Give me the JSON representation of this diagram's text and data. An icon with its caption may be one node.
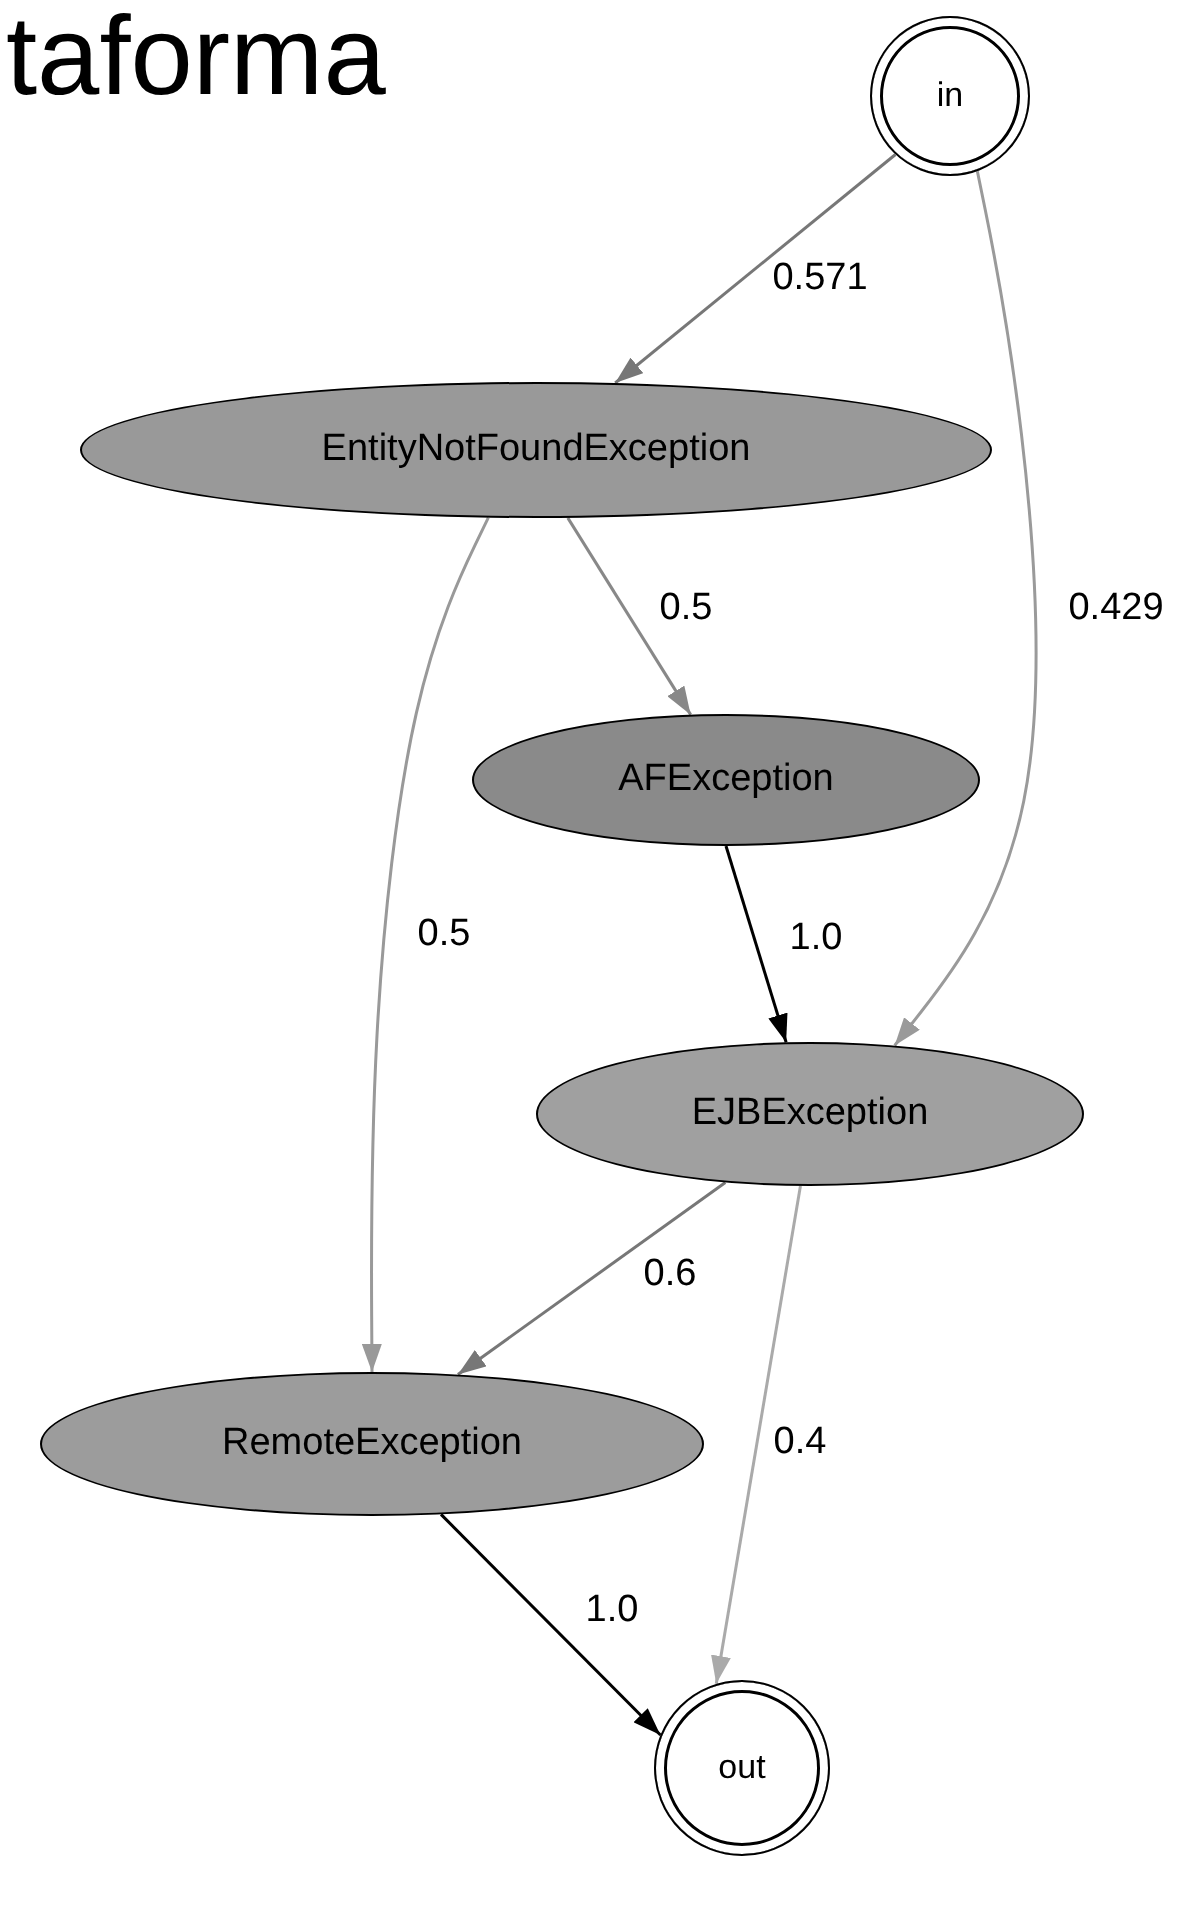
{
  "diagram": {
    "nodes": [
      {
        "text": [
          "in"
        ]
      },
      {
        "text": [
          "EntityNotFoundException"
        ]
      },
      {
        "text": [
          "AFException"
        ]
      },
      {
        "text": [
          "EJBException"
        ]
      },
      {
        "text": [
          "RemoteException"
        ]
      },
      {
        "text": [
          "out"
        ]
      }
    ],
    "edges": [
      {
        "from": 0,
        "to": 1,
        "arrow": "to",
        "label": "0.571",
        "color": "#777777"
      },
      {
        "from": 0,
        "to": 3,
        "arrow": "to",
        "label": "0.429",
        "color": "#9a9a9a"
      },
      {
        "from": 1,
        "to": 2,
        "arrow": "to",
        "label": "0.5",
        "color": "#888888"
      },
      {
        "from": 1,
        "to": 4,
        "arrow": "to",
        "label": "0.5",
        "color": "#999999"
      },
      {
        "from": 2,
        "to": 3,
        "arrow": "to",
        "label": "1.0",
        "color": "#000000"
      },
      {
        "from": 3,
        "to": 4,
        "arrow": "to",
        "label": "0.6",
        "color": "#777777"
      },
      {
        "from": 3,
        "to": 5,
        "arrow": "to",
        "label": "0.4",
        "color": "#aaaaaa"
      },
      {
        "from": 4,
        "to": 5,
        "arrow": "to",
        "label": "1.0",
        "color": "#000000"
      }
    ],
    "labels": [
      "taforma"
    ]
  }
}
